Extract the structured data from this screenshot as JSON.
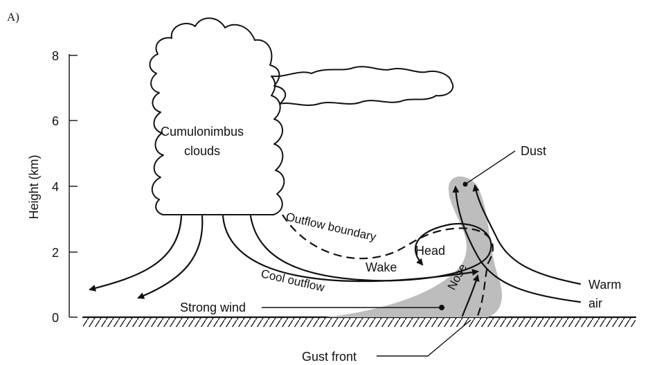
{
  "panel_label": "A)",
  "y_axis": {
    "label": "Height (km)",
    "ticks": [
      "0",
      "2",
      "4",
      "6",
      "8"
    ]
  },
  "labels": {
    "cloud": [
      "Cumulonimbus",
      "clouds"
    ],
    "outflow_boundary": "Outflow boundary",
    "head": "Head",
    "wake": "Wake",
    "nose": "Nose",
    "cool_outflow": "Cool outflow",
    "strong_wind": "Strong wind",
    "dust": "Dust",
    "warm_air": [
      "Warm",
      "air"
    ],
    "gust_front": "Gust front"
  },
  "colors": {
    "ink": "#111111",
    "dust_shading": "#bdbdbd",
    "background": "#ffffff"
  }
}
